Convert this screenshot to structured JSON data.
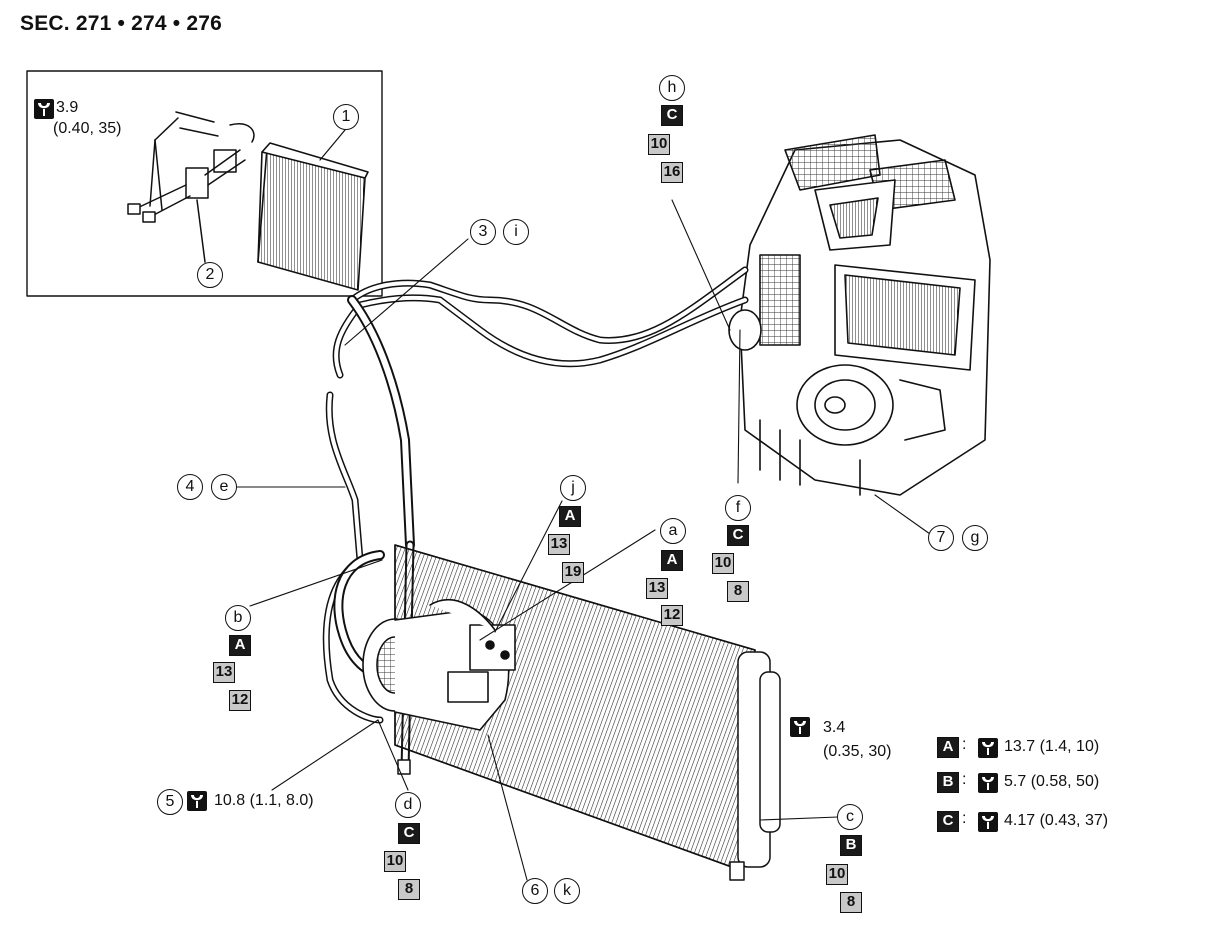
{
  "section_label": "SEC. 271 • 274 • 276",
  "inset": {
    "torque_value": "3.9",
    "torque_units": "(0.40, 35)",
    "parts": [
      "1",
      "2"
    ]
  },
  "callouts": {
    "c1": "1",
    "c2": "2",
    "c3": "3",
    "c4": "4",
    "c5": "5",
    "c6": "6",
    "c7": "7",
    "ca": "a",
    "cb": "b",
    "cc": "c",
    "cd": "d",
    "ce": "e",
    "cf": "f",
    "cg": "g",
    "ch": "h",
    "ci": "i",
    "cj": "j",
    "ck": "k"
  },
  "codes": {
    "h_letter": "C",
    "h_n1": "10",
    "h_n2": "16",
    "f_letter": "C",
    "f_n1": "10",
    "f_n2": "8",
    "j_letter": "A",
    "j_n1": "13",
    "j_n2": "19",
    "a_letter": "A",
    "a_n1": "13",
    "a_n2": "12",
    "b_letter": "A",
    "b_n1": "13",
    "b_n2": "12",
    "d_letter": "C",
    "d_n1": "10",
    "d_n2": "8",
    "c_letter": "B",
    "c_n1": "10",
    "c_n2": "8"
  },
  "torques": {
    "t5_value": "10.8 (1.1, 8.0)",
    "t34_value": "3.4",
    "t34_units": "(0.35, 30)"
  },
  "legend": [
    {
      "letter": "A",
      "colon": ":",
      "value": "13.7 (1.4, 10)"
    },
    {
      "letter": "B",
      "colon": ":",
      "value": "5.7 (0.58, 50)"
    },
    {
      "letter": "C",
      "colon": ":",
      "value": "4.17 (0.43, 37)"
    }
  ]
}
